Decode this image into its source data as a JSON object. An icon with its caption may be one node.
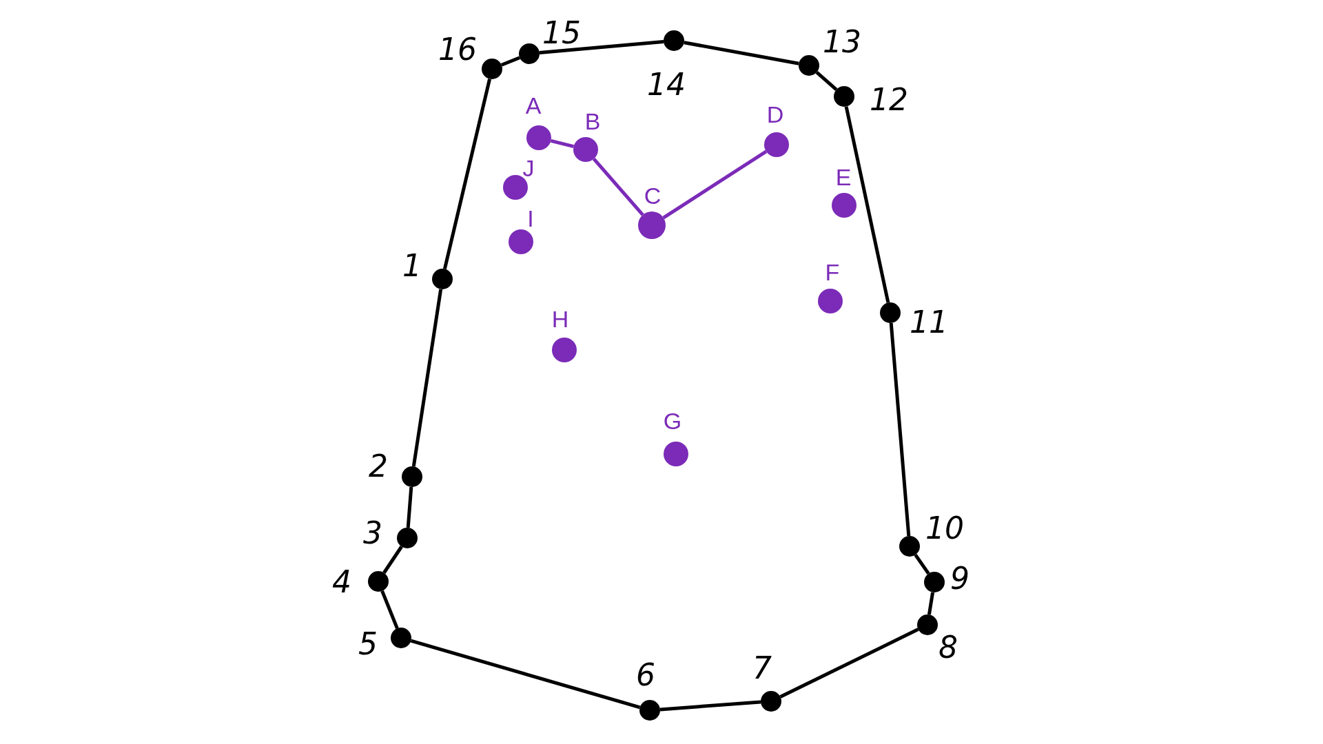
{
  "diagram": {
    "nodes": [
      {
        "text": [],
        "shape": "circle",
        "beside": [
          "1"
        ]
      },
      {
        "text": [],
        "shape": "circle",
        "beside": [
          "2"
        ]
      },
      {
        "text": [],
        "shape": "circle",
        "beside": [
          "3"
        ]
      },
      {
        "text": [],
        "shape": "circle",
        "beside": [
          "4"
        ]
      },
      {
        "text": [],
        "shape": "circle",
        "beside": [
          "5"
        ]
      },
      {
        "text": [],
        "shape": "circle",
        "beside": [
          "6"
        ]
      },
      {
        "text": [],
        "shape": "circle",
        "beside": [
          "7"
        ]
      },
      {
        "text": [],
        "shape": "circle",
        "beside": [
          "8"
        ]
      },
      {
        "text": [],
        "shape": "circle",
        "beside": [
          "9"
        ]
      },
      {
        "text": [],
        "shape": "circle",
        "beside": [
          "10"
        ]
      },
      {
        "text": [],
        "shape": "circle",
        "beside": [
          "11"
        ]
      },
      {
        "text": [],
        "shape": "circle",
        "beside": [
          "12"
        ]
      },
      {
        "text": [],
        "shape": "circle",
        "beside": [
          "13"
        ]
      },
      {
        "text": [],
        "shape": "circle",
        "beside": [
          "14"
        ]
      },
      {
        "text": [],
        "shape": "circle",
        "beside": [
          "15"
        ]
      },
      {
        "text": [],
        "shape": "circle",
        "beside": [
          "16"
        ]
      },
      {
        "text": [],
        "shape": "circle",
        "beside": [
          "A"
        ]
      },
      {
        "text": [],
        "shape": "circle",
        "beside": [
          "B"
        ]
      },
      {
        "text": [],
        "shape": "circle",
        "beside": [
          "C"
        ]
      },
      {
        "text": [],
        "shape": "circle",
        "beside": [
          "D"
        ]
      },
      {
        "text": [],
        "shape": "circle",
        "beside": [
          "E"
        ]
      },
      {
        "text": [],
        "shape": "circle",
        "beside": [
          "F"
        ]
      },
      {
        "text": [],
        "shape": "circle",
        "beside": [
          "G"
        ]
      },
      {
        "text": [],
        "shape": "circle",
        "beside": [
          "H"
        ]
      },
      {
        "text": [],
        "shape": "circle",
        "beside": [
          "I"
        ]
      },
      {
        "text": [],
        "shape": "circle",
        "beside": [
          "J"
        ]
      }
    ],
    "edges": [
      {
        "from": 0,
        "to": 1,
        "arrow": "none"
      },
      {
        "from": 1,
        "to": 2,
        "arrow": "none"
      },
      {
        "from": 2,
        "to": 3,
        "arrow": "none"
      },
      {
        "from": 3,
        "to": 4,
        "arrow": "none"
      },
      {
        "from": 4,
        "to": 5,
        "arrow": "none"
      },
      {
        "from": 5,
        "to": 6,
        "arrow": "none"
      },
      {
        "from": 6,
        "to": 7,
        "arrow": "none"
      },
      {
        "from": 7,
        "to": 8,
        "arrow": "none"
      },
      {
        "from": 8,
        "to": 9,
        "arrow": "none"
      },
      {
        "from": 9,
        "to": 10,
        "arrow": "none"
      },
      {
        "from": 10,
        "to": 11,
        "arrow": "none"
      },
      {
        "from": 11,
        "to": 12,
        "arrow": "none"
      },
      {
        "from": 12,
        "to": 13,
        "arrow": "none"
      },
      {
        "from": 13,
        "to": 14,
        "arrow": "none"
      },
      {
        "from": 14,
        "to": 15,
        "arrow": "none"
      },
      {
        "from": 15,
        "to": 0,
        "arrow": "none"
      },
      {
        "from": 16,
        "to": 17,
        "arrow": "none",
        "color": "#7b2bb8"
      },
      {
        "from": 17,
        "to": 18,
        "arrow": "none",
        "color": "#7b2bb8"
      },
      {
        "from": 18,
        "to": 19,
        "arrow": "none",
        "color": "#7b2bb8"
      }
    ]
  }
}
